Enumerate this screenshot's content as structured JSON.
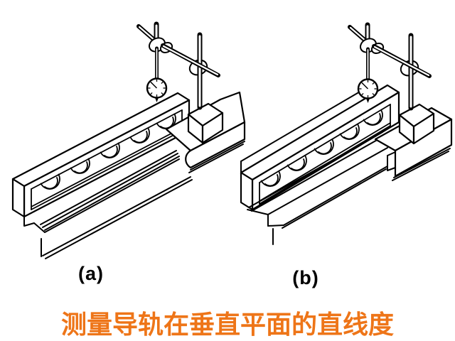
{
  "caption": {
    "text": "测量导轨在垂直平面的直线度",
    "color": "#EE7518"
  },
  "figures": [
    {
      "label": "(a)"
    },
    {
      "label": "(b)"
    }
  ],
  "diagram": {
    "background": "#FFFFFF",
    "line_color": "#000000",
    "components": [
      "dial-indicator",
      "indicator-stand",
      "straightedge-with-lightening-holes",
      "guideway-bed"
    ]
  }
}
